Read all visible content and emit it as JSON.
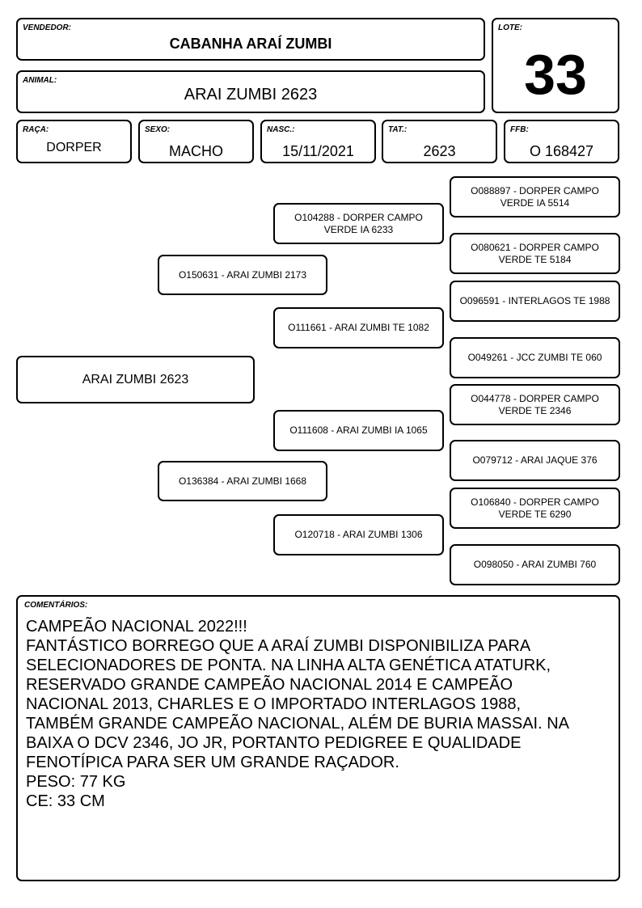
{
  "header": {
    "vendedor": {
      "label": "VENDEDOR:",
      "value": "CABANHA ARAÍ ZUMBI"
    },
    "lote": {
      "label": "LOTE:",
      "value": "33"
    },
    "animal": {
      "label": "ANIMAL:",
      "value": "ARAI ZUMBI 2623"
    },
    "raca": {
      "label": "RAÇA:",
      "value": "DORPER"
    },
    "sexo": {
      "label": "SEXO:",
      "value": "MACHO"
    },
    "nasc": {
      "label": "NASC.:",
      "value": "15/11/2021"
    },
    "tat": {
      "label": "TAT.:",
      "value": "2623"
    },
    "ffb": {
      "label": "FFB:",
      "value": "O 168427"
    }
  },
  "pedigree": {
    "animal": "ARAI ZUMBI 2623",
    "sire": "O150631 - ARAI ZUMBI 2173",
    "dam": "O136384 - ARAI ZUMBI 1668",
    "sire_sire": "O104288 - DORPER CAMPO VERDE IA 6233",
    "sire_dam": "O111661 - ARAI ZUMBI TE 1082",
    "dam_sire": "O111608 - ARAI ZUMBI IA 1065",
    "dam_dam": "O120718 - ARAI ZUMBI 1306",
    "ggp": [
      "O088897 - DORPER CAMPO VERDE IA 5514",
      "O080621 - DORPER CAMPO VERDE TE 5184",
      "O096591 - INTERLAGOS TE 1988",
      "O049261 - JCC ZUMBI TE 060",
      "O044778 - DORPER CAMPO VERDE TE 2346",
      "O079712 - ARAI JAQUE 376",
      "O106840 - DORPER CAMPO VERDE TE 6290",
      "O098050 - ARAI ZUMBI 760"
    ]
  },
  "comments": {
    "label": "COMENTÁRIOS:",
    "lines": [
      "CAMPEÃO NACIONAL 2022!!!",
      "FANTÁSTICO BORREGO QUE A ARAÍ ZUMBI DISPONIBILIZA PARA",
      "SELECIONADORES DE PONTA. NA LINHA ALTA GENÉTICA ATATURK,",
      "RESERVADO GRANDE CAMPEÃO NACIONAL 2014 E CAMPEÃO",
      "NACIONAL 2013, CHARLES E O IMPORTADO INTERLAGOS 1988,",
      "TAMBÉM GRANDE CAMPEÃO NACIONAL, ALÉM DE BURIA MASSAI. NA",
      "BAIXA O DCV 2346, JO JR, PORTANTO PEDIGREE E QUALIDADE",
      "FENOTÍPICA PARA SER UM GRANDE RAÇADOR.",
      "PESO: 77 KG",
      "CE: 33 CM"
    ]
  }
}
